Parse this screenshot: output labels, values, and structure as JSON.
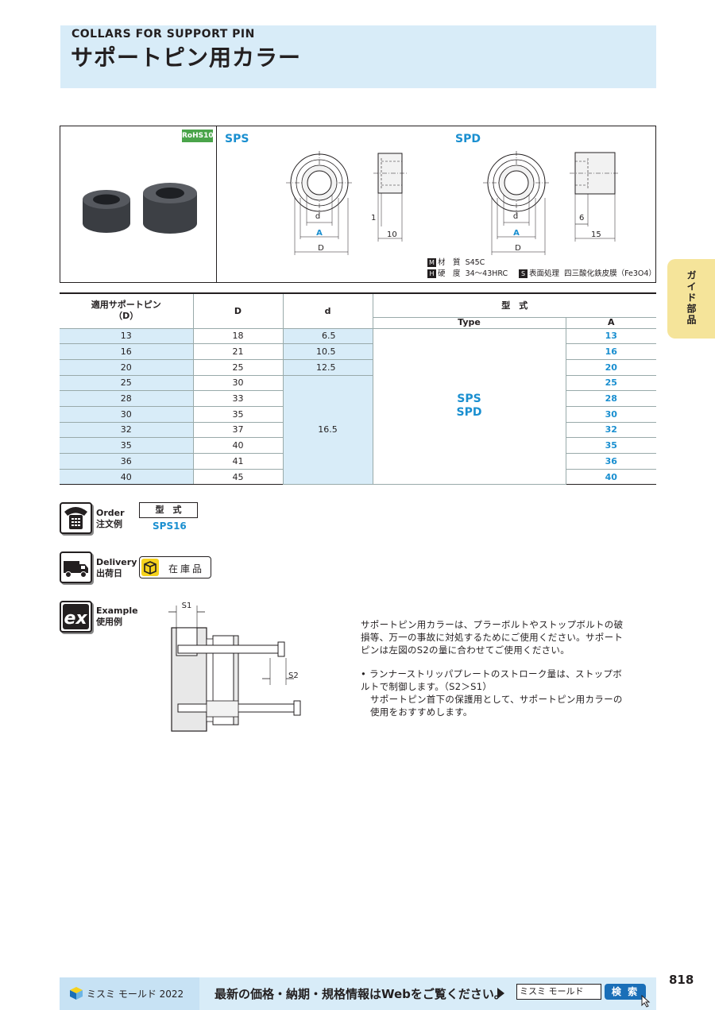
{
  "header": {
    "title_en": "COLLARS FOR SUPPORT PIN",
    "title_jp": "サポートピン用カラー"
  },
  "side_tab": {
    "label": "ガイド部品"
  },
  "figure": {
    "rohs": "RoHS10",
    "sps_label": "SPS",
    "spd_label": "SPD",
    "dims": {
      "d": "d",
      "A": "A",
      "D": "D",
      "sps_t": "1",
      "sps_l": "10",
      "spd_t": "6",
      "spd_l": "15"
    },
    "specs": {
      "material_mark": "M",
      "material_label": "材　質",
      "material_value": "S45C",
      "hardness_mark": "H",
      "hardness_label": "硬　度",
      "hardness_value": "34〜43HRC",
      "surface_mark": "S",
      "surface_label": "表面処理",
      "surface_value": "四三酸化鉄皮膜（Fe3O4）"
    }
  },
  "table": {
    "headers": {
      "support_pin": "適用サポートピン",
      "support_pin_sub": "（D）",
      "D": "D",
      "d": "d",
      "katashiki": "型　式",
      "type": "Type",
      "A": "A"
    },
    "rows": [
      {
        "pin": "13",
        "D": "18",
        "d": "6.5",
        "A": "13"
      },
      {
        "pin": "16",
        "D": "21",
        "d": "10.5",
        "A": "16"
      },
      {
        "pin": "20",
        "D": "25",
        "d": "12.5",
        "A": "20"
      },
      {
        "pin": "25",
        "D": "30",
        "d": "",
        "A": "25"
      },
      {
        "pin": "28",
        "D": "33",
        "d": "",
        "A": "28"
      },
      {
        "pin": "30",
        "D": "35",
        "d": "",
        "A": "30"
      },
      {
        "pin": "32",
        "D": "37",
        "d": "",
        "A": "32"
      },
      {
        "pin": "35",
        "D": "40",
        "d": "",
        "A": "35"
      },
      {
        "pin": "36",
        "D": "41",
        "d": "",
        "A": "36"
      },
      {
        "pin": "40",
        "D": "45",
        "d": "",
        "A": "40"
      }
    ],
    "merged_d": "16.5",
    "types": [
      "SPS",
      "SPD"
    ]
  },
  "order": {
    "label_en": "Order",
    "label_jp": "注文例",
    "box_label": "型　式",
    "value": "SPS16"
  },
  "delivery": {
    "label_en": "Delivery",
    "label_jp": "出荷日",
    "stock": "在庫品"
  },
  "example": {
    "label_en": "Example",
    "label_jp": "使用例",
    "s1": "S1",
    "s2": "S2",
    "para1": "サポートピン用カラーは、プラーボルトやストップボルトの破損等、万一の事故に対処するためにご使用ください。サポートピンは左図のS2の量に合わせてご使用ください。",
    "bullet": "• ランナーストリッパプレートのストローク量は、ストップボルトで制御します。（S2＞S1）",
    "bullet2": "サポートピン首下の保護用として、サポートピン用カラーの使用をおすすめします。"
  },
  "footer": {
    "brand": "ミスミ モールド 2022",
    "message": "最新の価格・納期・規格情報はWebをご覧ください。",
    "search_value": "ミスミ モールド",
    "search_button": "検 索"
  },
  "page_number": "818",
  "colors": {
    "accent_blue": "#1a8fd0",
    "header_band": "#d8ecf8",
    "tab_yellow": "#f5e49a",
    "rohs_green": "#4aa44a"
  }
}
